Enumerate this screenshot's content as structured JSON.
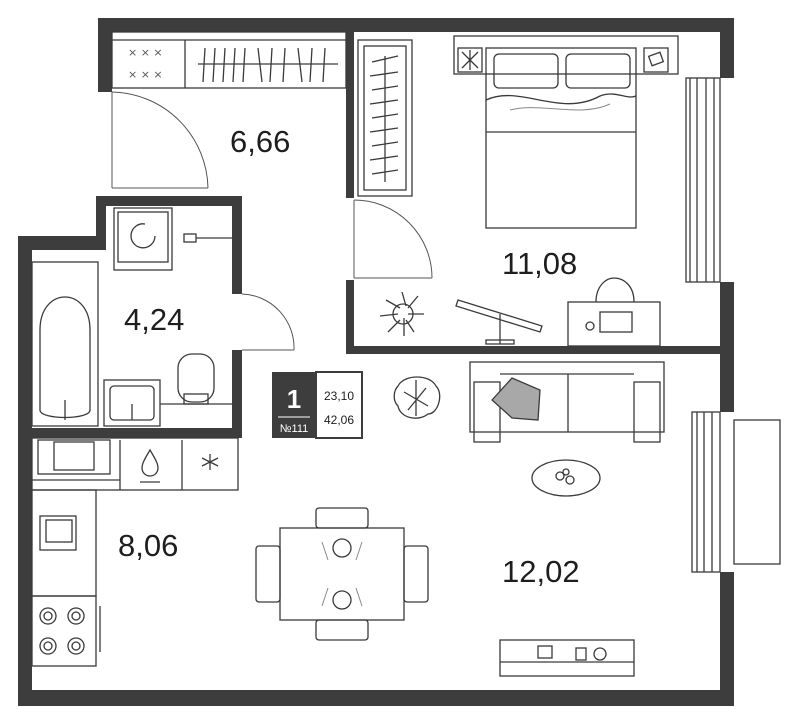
{
  "plan": {
    "wall_color": "#3d3d3d",
    "rooms": [
      {
        "id": "hall",
        "area": "6,66"
      },
      {
        "id": "bathroom",
        "area": "4,24"
      },
      {
        "id": "bedroom",
        "area": "11,08"
      },
      {
        "id": "kitchen",
        "area": "8,06"
      },
      {
        "id": "living",
        "area": "12,02"
      }
    ],
    "badge": {
      "rooms": "1",
      "number": "№111",
      "living_area": "23,10",
      "total_area": "42,06"
    }
  }
}
